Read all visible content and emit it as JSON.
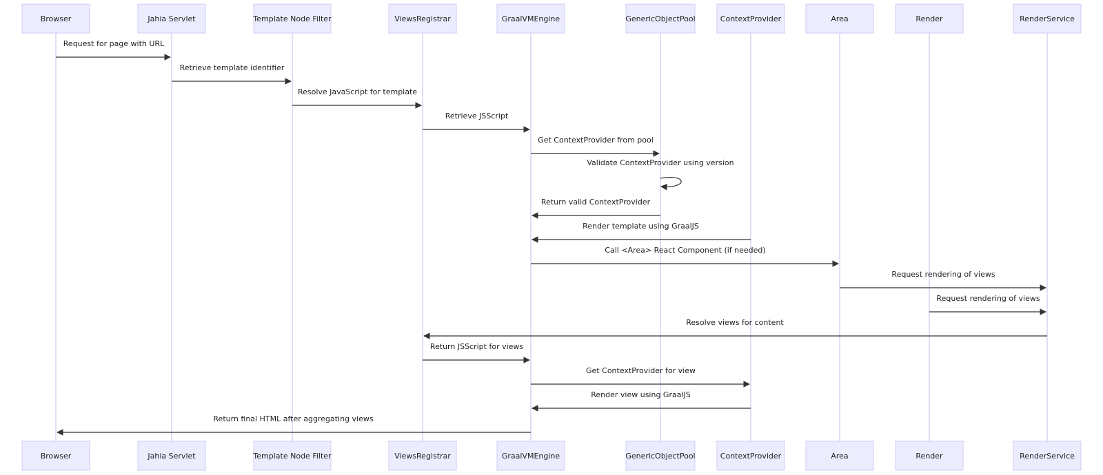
{
  "participants": [
    {
      "id": "browser",
      "label": "Browser"
    },
    {
      "id": "servlet",
      "label": "Jahia Servlet"
    },
    {
      "id": "filter",
      "label": "Template Node Filter"
    },
    {
      "id": "registrar",
      "label": "ViewsRegistrar"
    },
    {
      "id": "graal",
      "label": "GraalVMEngine"
    },
    {
      "id": "pool",
      "label": "GenericObjectPool"
    },
    {
      "id": "ctx",
      "label": "ContextProvider"
    },
    {
      "id": "area",
      "label": "Area"
    },
    {
      "id": "render",
      "label": "Render"
    },
    {
      "id": "rsvc",
      "label": "RenderService"
    }
  ],
  "messages": [
    {
      "from": "browser",
      "to": "servlet",
      "label": "Request for page with URL"
    },
    {
      "from": "servlet",
      "to": "filter",
      "label": "Retrieve template identifier"
    },
    {
      "from": "filter",
      "to": "registrar",
      "label": "Resolve JavaScript for template"
    },
    {
      "from": "registrar",
      "to": "graal",
      "label": "Retrieve JSScript"
    },
    {
      "from": "graal",
      "to": "pool",
      "label": "Get ContextProvider from pool"
    },
    {
      "from": "pool",
      "to": "pool",
      "label": "Validate ContextProvider using version"
    },
    {
      "from": "pool",
      "to": "graal",
      "label": "Return valid ContextProvider"
    },
    {
      "from": "ctx",
      "to": "graal",
      "label": "Render template using GraalJS"
    },
    {
      "from": "graal",
      "to": "area",
      "label": "Call <Area> React Component (if needed)"
    },
    {
      "from": "area",
      "to": "rsvc",
      "label": "Request rendering of views"
    },
    {
      "from": "render",
      "to": "rsvc",
      "label": "Request rendering of views"
    },
    {
      "from": "rsvc",
      "to": "registrar",
      "label": "Resolve views for content"
    },
    {
      "from": "registrar",
      "to": "graal",
      "label": "Return JSScript for views"
    },
    {
      "from": "graal",
      "to": "ctx",
      "label": "Get ContextProvider for view"
    },
    {
      "from": "ctx",
      "to": "graal",
      "label": "Render view using GraalJS"
    },
    {
      "from": "graal",
      "to": "browser",
      "label": "Return final HTML after aggregating views"
    }
  ]
}
